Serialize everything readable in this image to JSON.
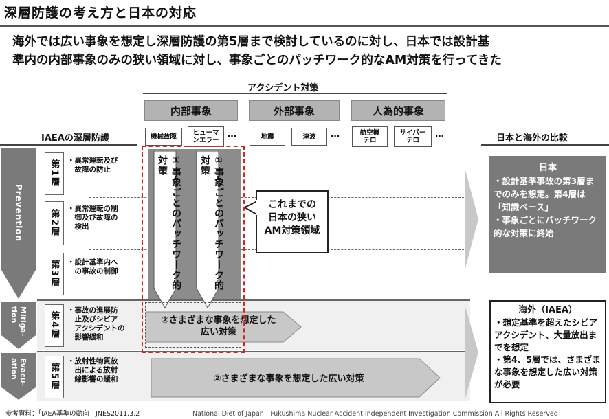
{
  "title": "深層防護の考え方と日本の対応",
  "subtitle_line1": "海外では広い事象を想定し深層防護の第5層まで検討しているのに対し、日本では設計基",
  "subtitle_line2": "準内の内部事象のみの狭い領域に対し、事象ごとのパッチワーク的なAM対策を行ってきた",
  "accident_header": "アクシデント対策",
  "categories": [
    {
      "label": "内部事象",
      "items": [
        "機械故障",
        "ヒューマ\nンエラー"
      ]
    },
    {
      "label": "外部事象",
      "items": [
        "地震",
        "津波"
      ]
    },
    {
      "label": "人為的事象",
      "items": [
        "航空機\nテロ",
        "サイバー\nテロ"
      ]
    }
  ],
  "ellipsis": "…",
  "left_header": "IAEAの深層防護",
  "right_header": "日本と海外の比較",
  "phases": {
    "prevention": "Prevention",
    "mitigation": "Mitiga-\ntion",
    "evacuation": "Evacu-\nation"
  },
  "layers": [
    {
      "label": "第1層",
      "desc": "・異常運転及び\n　故障の防止"
    },
    {
      "label": "第2層",
      "desc": "・異常運転の制\n　御及び故障の\n　検出"
    },
    {
      "label": "第3層",
      "desc": "・設計基準内へ\n　の事故の制御"
    },
    {
      "label": "第4層",
      "desc": "・事故の進展防\n　止及びシビア\n　アクシデントの\n　影響緩和"
    },
    {
      "label": "第5層",
      "desc": "・放射性物質放\n　出による放射\n　線影響の緩和"
    }
  ],
  "patchwork_arrow": "①事象ごとのパッチワーク的対策",
  "wide_arrow_4": "②さまざまな事象を想定した\n広い対策",
  "wide_arrow_5": "②さまざまな事象を想定した広い対策",
  "callout": "これまでの\n日本の狭い\nAM対策領域",
  "japan_box": {
    "heading": "日本",
    "body": "・設計基準事故の第3層までのみを想定。第4層は「知識ベース」\n・事象ごとにパッチワーク的な対策に終始"
  },
  "overseas_box": {
    "heading": "海外（IAEA）",
    "body": "・想定基準を超えたシビアアクシデント、大量放出までを想定\n・第4、5層では、さまざまな事象を想定した広い対策が必要"
  },
  "footer_source": "参考資料：「IAEA基準の動向」JNES2011.3.2",
  "footer_credit": "National Diet of Japan　Fukushima Nuclear Accident Independent Investigation Commission All Rights Reserved"
}
